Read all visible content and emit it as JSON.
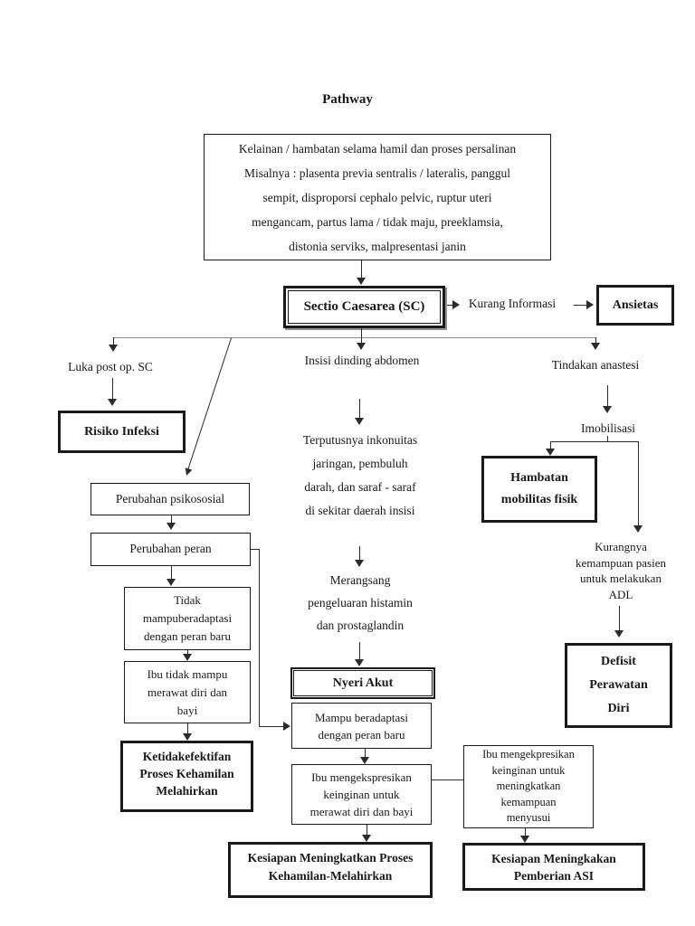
{
  "title": "Pathway",
  "colors": {
    "ink": "#1a1a1a",
    "line": "#2b2b2b",
    "background": "#ffffff"
  },
  "nodes": {
    "causes": "Kelainan / hambatan selama hamil dan proses persalinan\nMisalnya : plasenta previa sentralis / lateralis, panggul\nsempit, disproporsi cephalo pelvic, ruptur uteri\nmengancam, partus lama / tidak maju, preeklamsia,\ndistonia serviks, malpresentasi janin",
    "sectio_caesarea": "Sectio Caesarea (SC)",
    "kurang_informasi": "Kurang Informasi",
    "ansietas": "Ansietas",
    "luka_post_op": "Luka post op. SC",
    "risiko_infeksi": "Risiko Infeksi",
    "insisi_dinding": "Insisi dinding abdomen",
    "terputusnya": "Terputusnya inkonuitas\njaringan, pembuluh\ndarah, dan saraf - saraf\ndi sekitar daerah insisi",
    "merangsang": "Merangsang\npengeluaran histamin\ndan prostaglandin",
    "nyeri_akut": "Nyeri Akut",
    "tindakan_anastesi": "Tindakan anastesi",
    "imobilisasi": "Imobilisasi",
    "hambatan_mobilitas": "Hambatan\nmobilitas fisik",
    "kurangnya_adl": "Kurangnya\nkemampuan pasien\nuntuk melakukan\nADL",
    "defisit_perawatan": "Defisit\nPerawatan\nDiri",
    "perubahan_psikososial": "Perubahan psikososial",
    "perubahan_peran": "Perubahan peran",
    "tidak_mampu_beradaptasi": "Tidak\nmampuberadaptasi\ndengan peran baru",
    "ibu_tidak_mampu": "Ibu tidak mampu\nmerawat diri dan\nbayi",
    "ketidakefektifan": "Ketidakefektifan\nProses Kehamilan\nMelahirkan",
    "mampu_beradaptasi": "Mampu beradaptasi\ndengan peran baru",
    "ibu_mengekspresikan_merawat": "Ibu mengekspresikan\nkeinginan untuk\nmerawat diri dan bayi",
    "kesiapan_proses": "Kesiapan Meningkatkan Proses\nKehamilan-Melahirkan",
    "ibu_mengekpresikan_menyusui": "Ibu mengekpresikan\nkeinginan untuk\nmeningkatkan\nkemampuan\nmenyusui",
    "kesiapan_asi": "Kesiapan Meningkakan\nPemberian ASI"
  }
}
